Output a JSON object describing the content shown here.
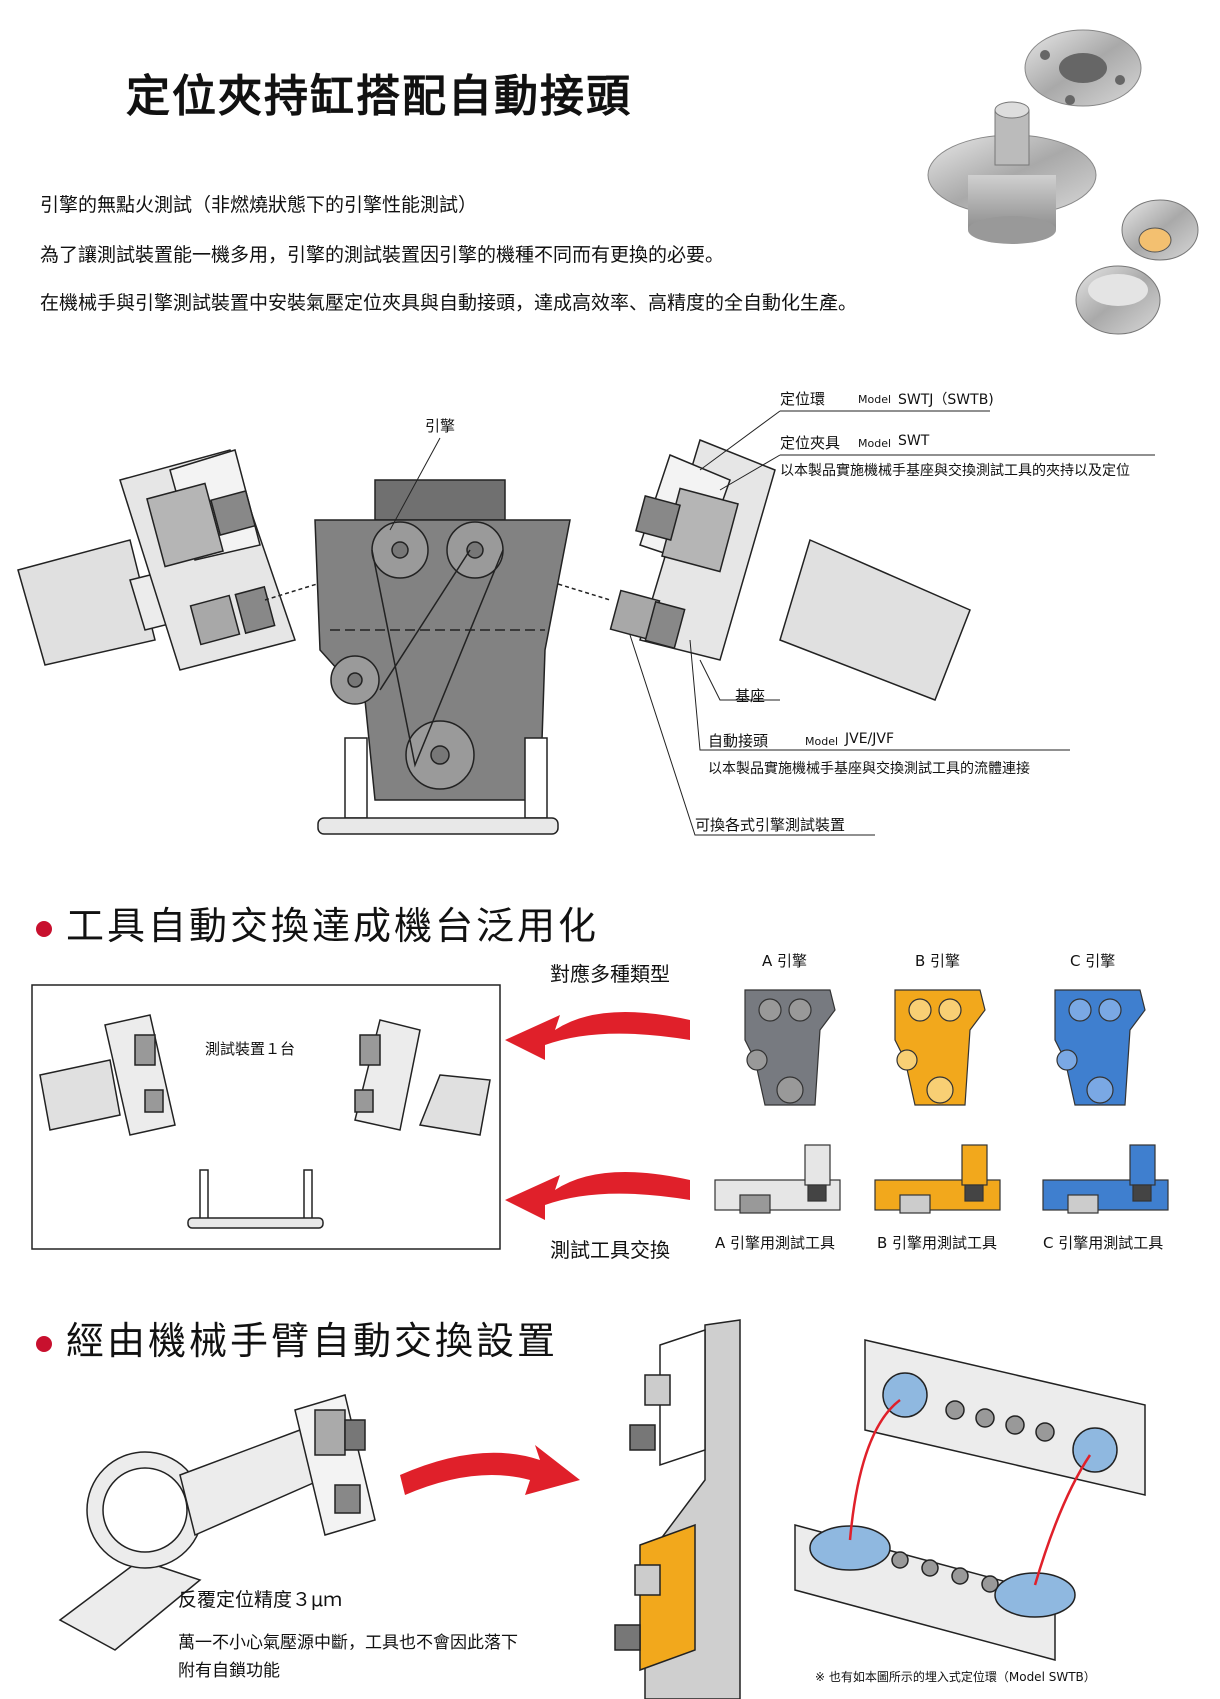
{
  "title": "定位夾持缸搭配自動接頭",
  "intro": {
    "line1": "引擎的無點火測試（非燃燒狀態下的引擎性能測試）",
    "line2": "為了讓測試裝置能一機多用，引擎的測試裝置因引擎的機種不同而有更換的必要。",
    "line3": "在機械手與引擎測試裝置中安裝氣壓定位夾具與自動接頭，達成高效率、高精度的全自動化生產。"
  },
  "diagram1": {
    "engine": "引擎",
    "ring": "定位環",
    "ring_model_prefix": "Model",
    "ring_model": "SWTJ（SWTB)",
    "clamp": "定位夾具",
    "clamp_model_prefix": "Model",
    "clamp_model": "SWT",
    "clamp_desc": "以本製品實施機械手基座與交換測試工具的夾持以及定位",
    "base": "基座",
    "joint": "自動接頭",
    "joint_model_prefix": "Model",
    "joint_model": "JVE/JVF",
    "joint_desc": "以本製品實施機械手基座與交換測試工具的流體連接",
    "device": "可換各式引擎測試裝置"
  },
  "section2": {
    "heading": "工具自動交換達成機台泛用化",
    "arrow_top": "對應多種類型",
    "arrow_bottom": "測試工具交換",
    "box_label": "測試裝置１台",
    "engines": [
      {
        "label": "A 引擎",
        "color": "#777a80"
      },
      {
        "label": "B 引擎",
        "color": "#f2a81c"
      },
      {
        "label": "C 引擎",
        "color": "#3f7fcf"
      }
    ],
    "tools": [
      "A 引擎用測試工具",
      "B 引擎用測試工具",
      "C 引擎用測試工具"
    ]
  },
  "section3": {
    "heading": "經由機械手臂自動交換設置",
    "precision": "反覆定位精度３μｍ",
    "note1": "萬一不小心氣壓源中斷，工具也不會因此落下",
    "note2": "附有自鎖功能",
    "footnote": "※ 也有如本圖所示的埋入式定位環（Model SWTB）"
  },
  "colors": {
    "accent_red": "#e0202a",
    "bullet": "#c8102e"
  }
}
